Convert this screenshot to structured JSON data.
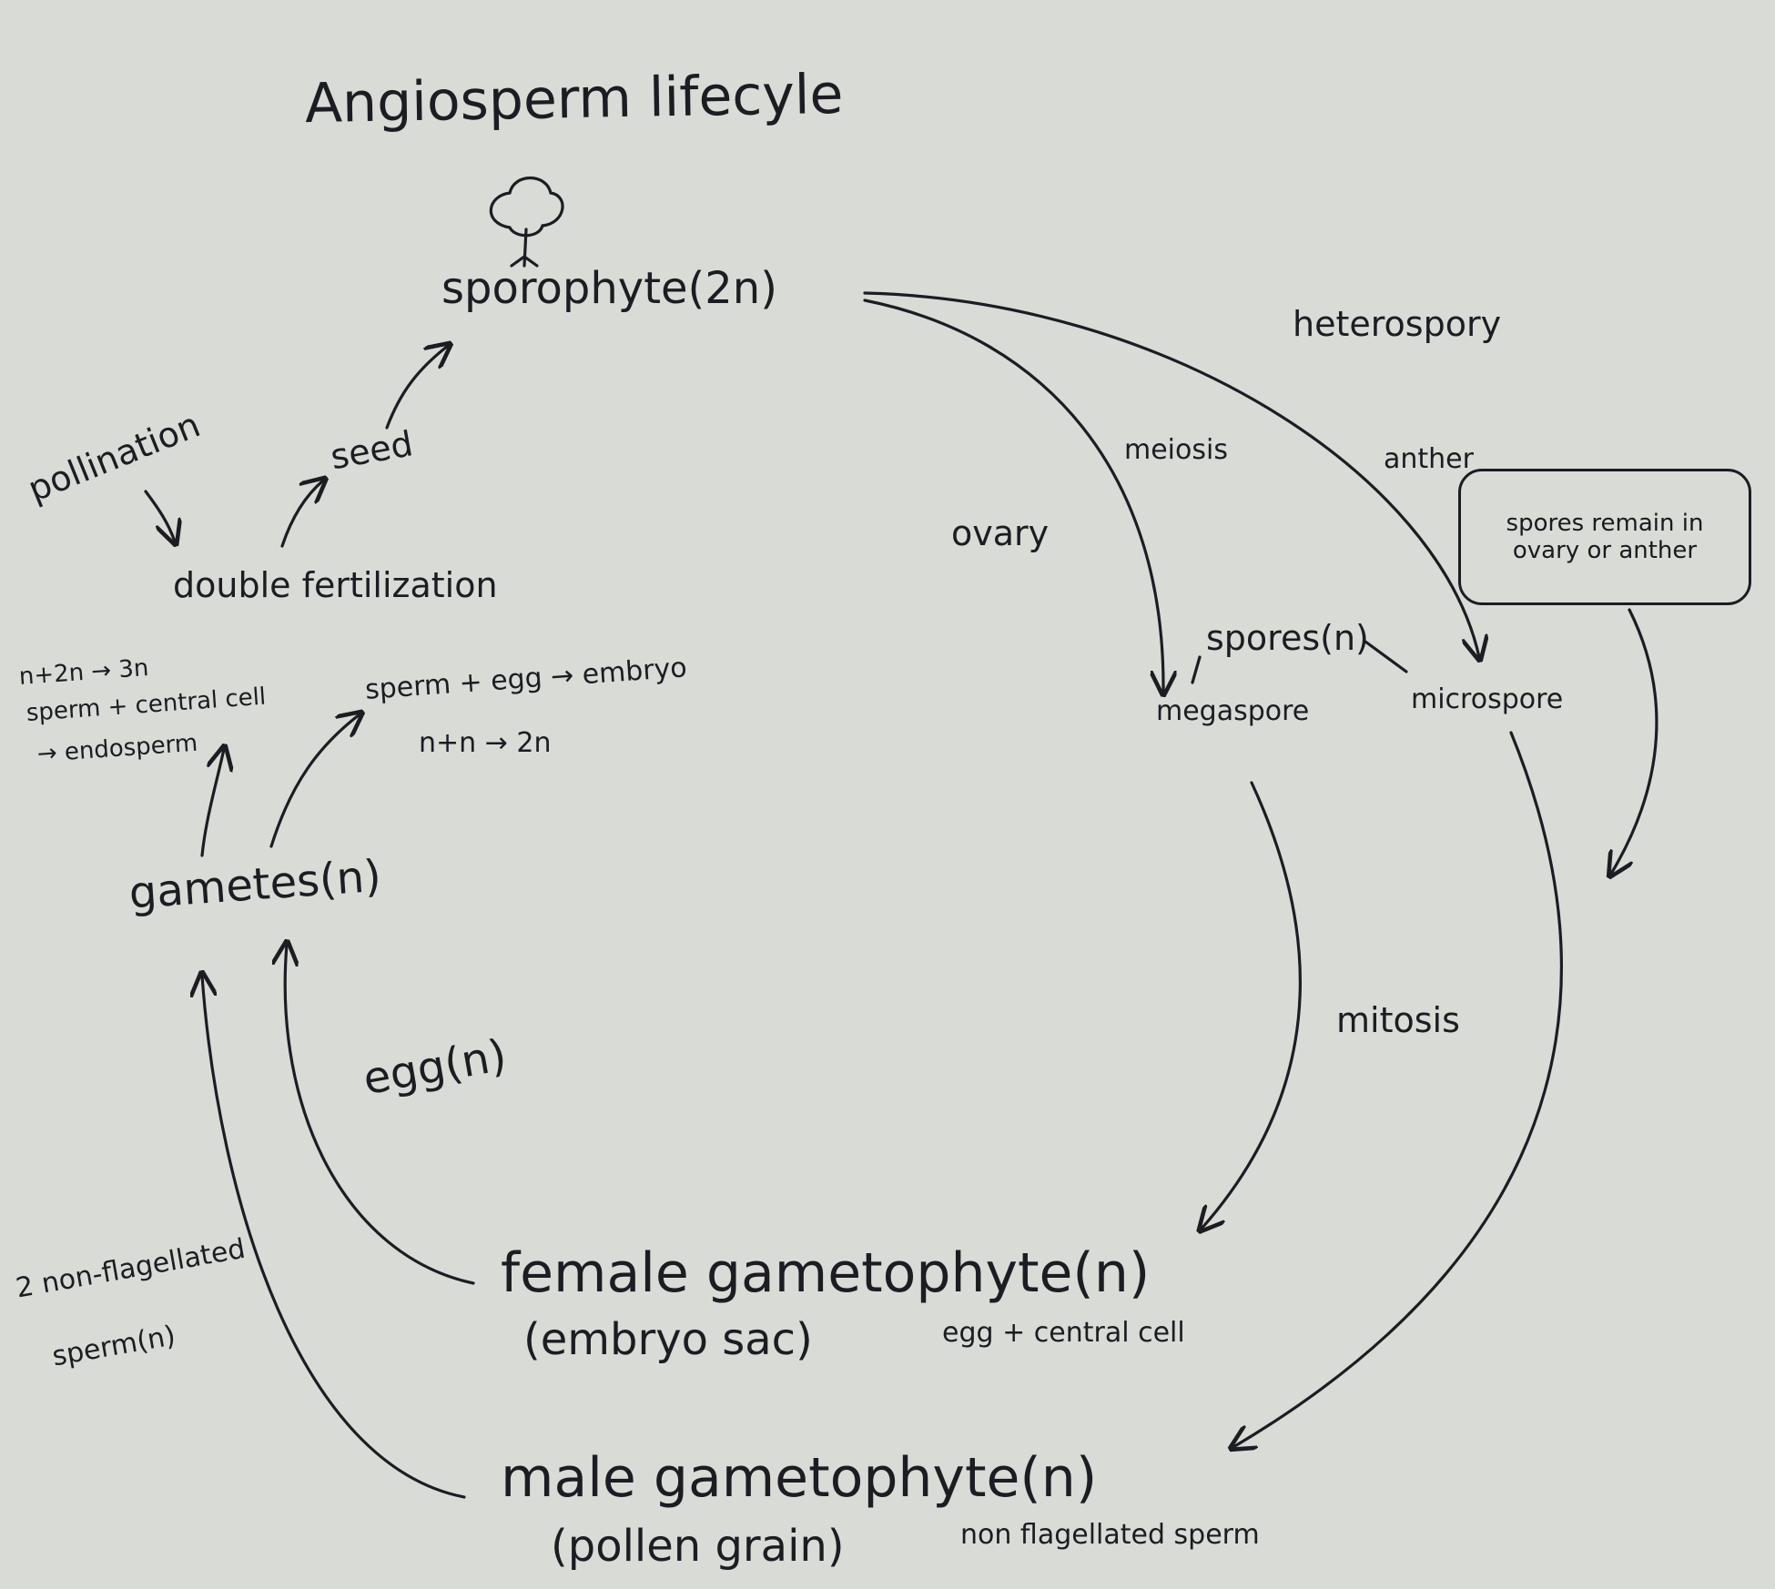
{
  "title": "Angiosperm lifecyle",
  "labels": {
    "sporophyte": "sporophyte(2n)",
    "heterospory": "heterospory",
    "meiosis": "meiosis",
    "anther": "anther",
    "ovary": "ovary",
    "callout_line1": "spores remain in",
    "callout_line2": "ovary or anther",
    "spores": "spores(n)",
    "megaspore": "megaspore",
    "microspore": "microspore",
    "mitosis": "mitosis",
    "female_gametophyte": "female gametophyte(n)",
    "embryo_sac": "(embryo sac)",
    "egg_central": "egg + central cell",
    "male_gametophyte": "male gametophyte(n)",
    "pollen_grain": "(pollen grain)",
    "non_flag_sperm": "non flagellated sperm",
    "two_sperm_line1": "2 non-flagellated",
    "two_sperm_line2": "sperm(n)",
    "egg": "egg(n)",
    "gametes": "gametes(n)",
    "sperm_egg_embryo": "sperm + egg → embryo",
    "n_n_2n": "n+n → 2n",
    "endosperm_line1": "n+2n → 3n",
    "endosperm_line2": "sperm + central cell",
    "endosperm_line3": "→ endosperm",
    "double_fert": "double fertilization",
    "pollination": "pollination",
    "seed": "seed"
  },
  "colors": {
    "paper": "#d9dbd7",
    "ink": "#1c1c22"
  },
  "icons": [
    "tree-icon"
  ]
}
